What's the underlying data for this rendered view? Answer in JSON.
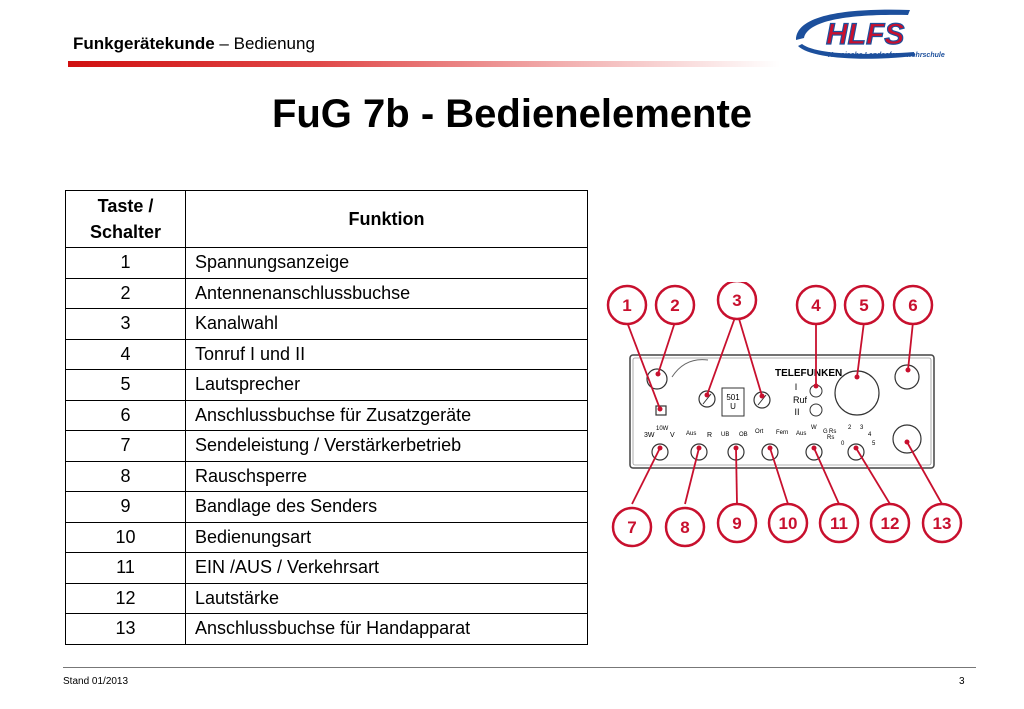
{
  "header": {
    "title_bold": "Funkgerätekunde",
    "title_rest": " – Bedienung",
    "logo_text": "HLFS",
    "logo_subtitle": "Hessische Landesfeuerwehrschule"
  },
  "slide_title": "FuG 7b - Bedienelemente",
  "table": {
    "headers": {
      "taste_line1": "Taste /",
      "taste_line2": "Schalter",
      "funktion": "Funktion"
    },
    "rows": [
      {
        "num": "1",
        "function": "Spannungsanzeige"
      },
      {
        "num": "2",
        "function": "Antennenanschlussbuchse"
      },
      {
        "num": "3",
        "function": "Kanalwahl"
      },
      {
        "num": "4",
        "function": "Tonruf I und II"
      },
      {
        "num": "5",
        "function": "Lautsprecher"
      },
      {
        "num": "6",
        "function": "Anschlussbuchse für Zusatzgeräte"
      },
      {
        "num": "7",
        "function": "Sendeleistung / Verstärkerbetrieb"
      },
      {
        "num": "8",
        "function": "Rauschsperre"
      },
      {
        "num": "9",
        "function": "Bandlage des Senders"
      },
      {
        "num": "10",
        "function": "Bedienungsart"
      },
      {
        "num": "11",
        "function": "EIN /AUS / Verkehrsart"
      },
      {
        "num": "12",
        "function": "Lautstärke"
      },
      {
        "num": "13",
        "function": "Anschlussbuchse für Handapparat"
      }
    ]
  },
  "diagram": {
    "top_markers": [
      "1",
      "2",
      "3",
      "4",
      "5",
      "6"
    ],
    "bottom_markers": [
      "7",
      "8",
      "9",
      "10",
      "11",
      "12",
      "13"
    ],
    "brand": "TELEFUNKEN",
    "ruf_labels": [
      "I",
      "Ruf",
      "II"
    ],
    "channel": [
      "501",
      "U"
    ],
    "panel_labels": [
      "3W",
      "10W",
      "V",
      "Aus",
      "R",
      "UB",
      "OB",
      "Ort",
      "Fern",
      "Aus",
      "W",
      "G",
      "Rs",
      "Rs",
      "0",
      "2",
      "3",
      "4",
      "5"
    ],
    "marker_color": "#c8102e"
  },
  "footer": {
    "stand": "Stand 01/2013",
    "page": "3"
  }
}
